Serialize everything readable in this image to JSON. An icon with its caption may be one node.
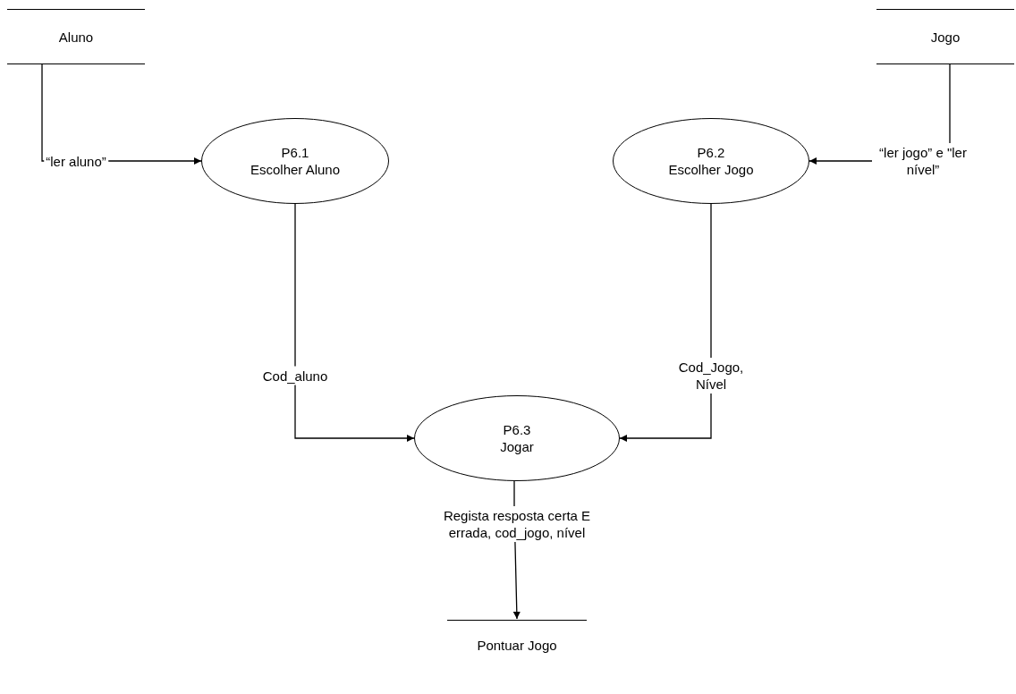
{
  "diagram": {
    "nodes": [
      {
        "text": [
          "Aluno"
        ]
      },
      {
        "text": [
          "Jogo"
        ]
      },
      {
        "text": [
          "P6.1",
          "Escolher Aluno"
        ]
      },
      {
        "text": [
          "P6.2",
          "Escolher Jogo"
        ]
      },
      {
        "text": [
          "P6.3",
          "Jogar"
        ]
      },
      {
        "text": [
          "Pontuar Jogo"
        ]
      }
    ],
    "edges": [
      {
        "from": 0,
        "to": 2,
        "arrow": "to",
        "label": "“ler aluno”"
      },
      {
        "from": 1,
        "to": 3,
        "arrow": "to",
        "label": "“ler jogo” e \"ler nível”"
      },
      {
        "from": 2,
        "to": 4,
        "arrow": "to",
        "label": "Cod_aluno"
      },
      {
        "from": 3,
        "to": 4,
        "arrow": "to",
        "label": "Cod_Jogo, Nível"
      },
      {
        "from": 4,
        "to": 5,
        "arrow": "to",
        "label": "Regista resposta certa E errada, cod_jogo, nível"
      }
    ]
  }
}
